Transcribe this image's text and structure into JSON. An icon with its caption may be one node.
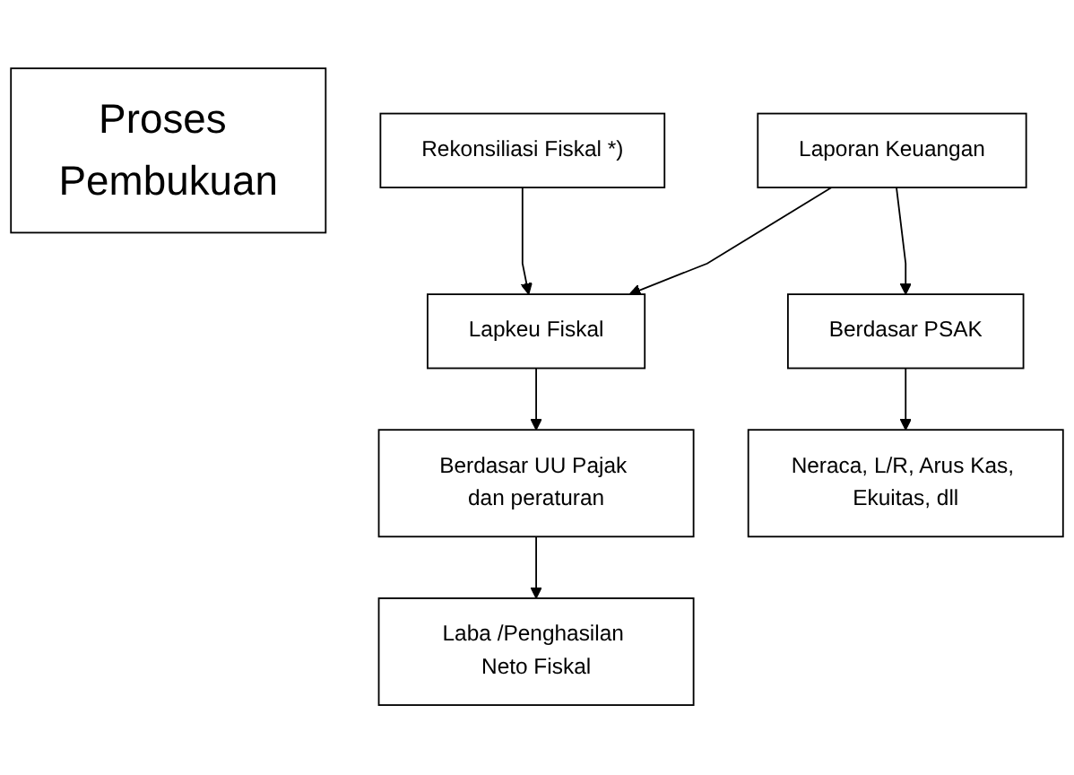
{
  "diagram": {
    "nodes": [
      {
        "text": [
          "Proses Pembukuan"
        ]
      },
      {
        "text": [
          "Laporan Keuangan"
        ]
      },
      {
        "text": [
          "Lapkeu Fiskal"
        ]
      },
      {
        "text": [
          "Rekonsiliasi Fiskal *)"
        ]
      },
      {
        "text": [
          "Berdasar PSAK"
        ]
      },
      {
        "text": [
          "Berdasar UU Pajak dan peraturan"
        ]
      },
      {
        "text": [
          "Neraca, L/R, Arus Kas, Ekuitas, dll"
        ]
      },
      {
        "text": [
          "Laba /Penghasilan Neto Fiskal"
        ]
      }
    ],
    "edges": [
      {
        "from": 1,
        "to": 2,
        "arrow": "to"
      },
      {
        "from": 3,
        "to": 2,
        "arrow": "to"
      },
      {
        "from": 1,
        "to": 4,
        "arrow": "to"
      },
      {
        "from": 4,
        "to": 6,
        "arrow": "to"
      },
      {
        "from": 2,
        "to": 5,
        "arrow": "to"
      },
      {
        "from": 5,
        "to": 7,
        "arrow": "to"
      }
    ]
  }
}
